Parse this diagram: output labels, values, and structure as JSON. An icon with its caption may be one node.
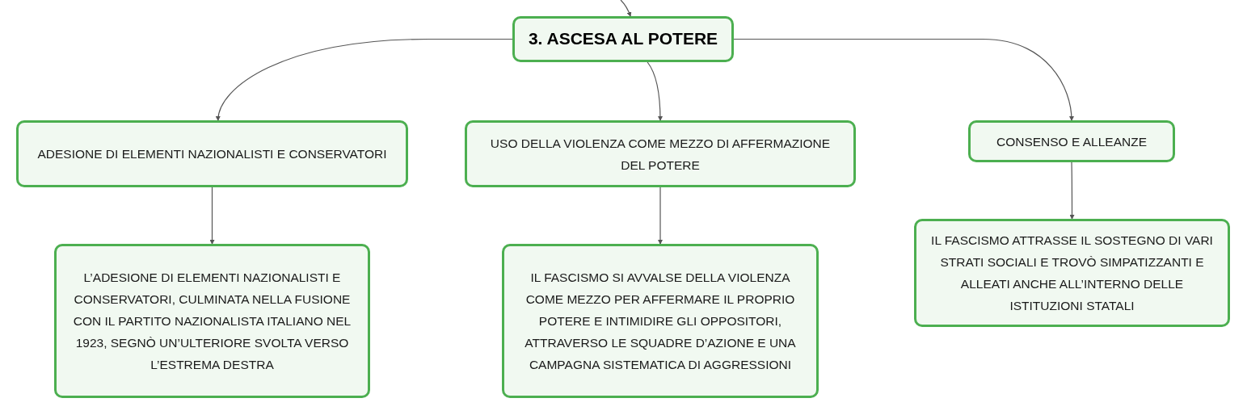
{
  "diagram": {
    "nodes": [
      {
        "text": [
          "3. ASCESA AL POTERE"
        ]
      },
      {
        "text": [
          "ADESIONE DI ELEMENTI NAZIONALISTI E CONSERVATORI"
        ]
      },
      {
        "text": [
          "USO DELLA VIOLENZA COME MEZZO DI AFFERMAZIONE DEL POTERE"
        ]
      },
      {
        "text": [
          "CONSENSO E ALLEANZE"
        ]
      },
      {
        "text": [
          "L’ADESIONE DI ELEMENTI NAZIONALISTI E CONSERVATORI, CULMINATA NELLA FUSIONE CON IL PARTITO NAZIONALISTA ITALIANO NEL 1923, SEGNÒ UN’ULTERIORE SVOLTA VERSO L’ESTREMA DESTRA"
        ]
      },
      {
        "text": [
          "IL FASCISMO SI AVVALSE DELLA VIOLENZA COME MEZZO PER AFFERMARE IL PROPRIO POTERE E INTIMIDIRE GLI OPPOSITORI, ATTRAVERSO LE SQUADRE D’AZIONE E UNA CAMPAGNA SISTEMATICA DI AGGRESSIONI"
        ]
      },
      {
        "text": [
          "IL FASCISMO ATTRASSE IL SOSTEGNO DI VARI STRATI SOCIALI E TROVÒ SIMPATIZZANTI E ALLEATI ANCHE ALL’INTERNO DELLE ISTITUZIONI STATALI"
        ]
      }
    ],
    "edges": [
      {
        "from": null,
        "to": 0,
        "arrow": "to"
      },
      {
        "from": 0,
        "to": 1,
        "arrow": "to"
      },
      {
        "from": 0,
        "to": 2,
        "arrow": "to"
      },
      {
        "from": 0,
        "to": 3,
        "arrow": "to"
      },
      {
        "from": 1,
        "to": 4,
        "arrow": "to"
      },
      {
        "from": 2,
        "to": 5,
        "arrow": "to"
      },
      {
        "from": 3,
        "to": 6,
        "arrow": "to"
      }
    ]
  }
}
